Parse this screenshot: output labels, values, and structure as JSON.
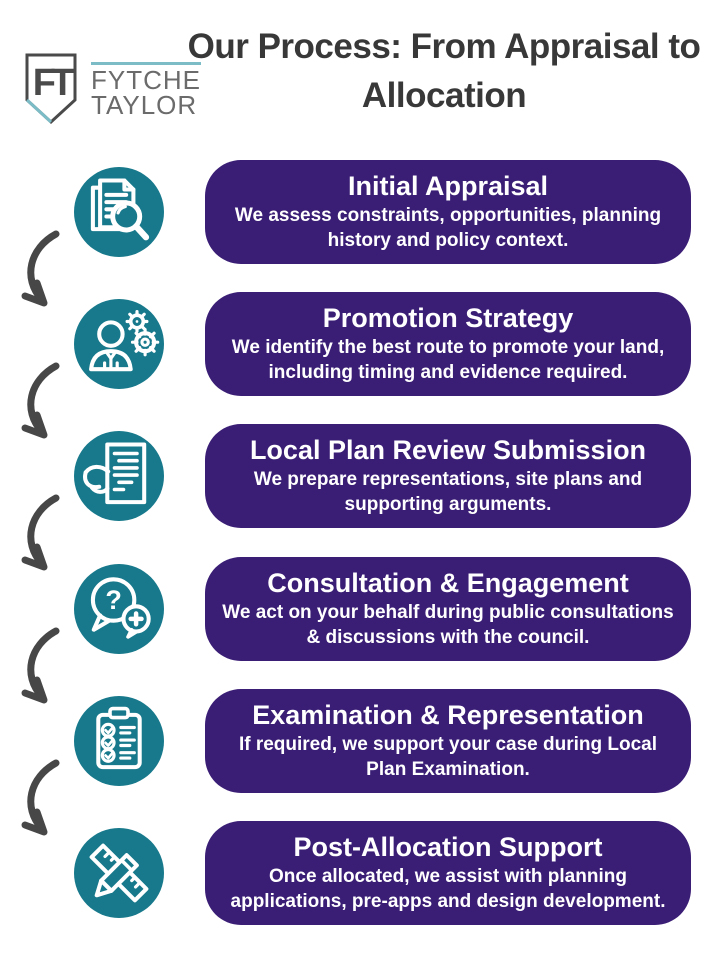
{
  "colors": {
    "purple": "#3a1d75",
    "teal": "#17798b",
    "title_text": "#383838",
    "arrow": "#474747"
  },
  "logo": {
    "monogram": "FT",
    "brand_top": "FYTCHE",
    "brand_bottom": "TAYLOR"
  },
  "header": {
    "title": "Our Process: From Appraisal to Allocation"
  },
  "steps": [
    {
      "icon": "document-search-icon",
      "title": "Initial Appraisal",
      "description": "We assess constraints, opportunities, planning history and policy context."
    },
    {
      "icon": "person-gears-icon",
      "title": "Promotion Strategy",
      "description": "We identify the best route to promote your land, including timing and evidence required."
    },
    {
      "icon": "hand-document-icon",
      "title": "Local Plan Review Submission",
      "description": "We prepare representations, site plans and supporting arguments."
    },
    {
      "icon": "speech-question-icon",
      "title": "Consultation & Engagement",
      "description": "We act on your behalf during public consultations & discussions with the council."
    },
    {
      "icon": "clipboard-checklist-icon",
      "title": "Examination & Representation",
      "description": "If required, we support your case during Local Plan Examination."
    },
    {
      "icon": "pencil-ruler-icon",
      "title": "Post-Allocation Support",
      "description": "Once allocated, we assist with planning applications, pre-apps and design development."
    }
  ]
}
